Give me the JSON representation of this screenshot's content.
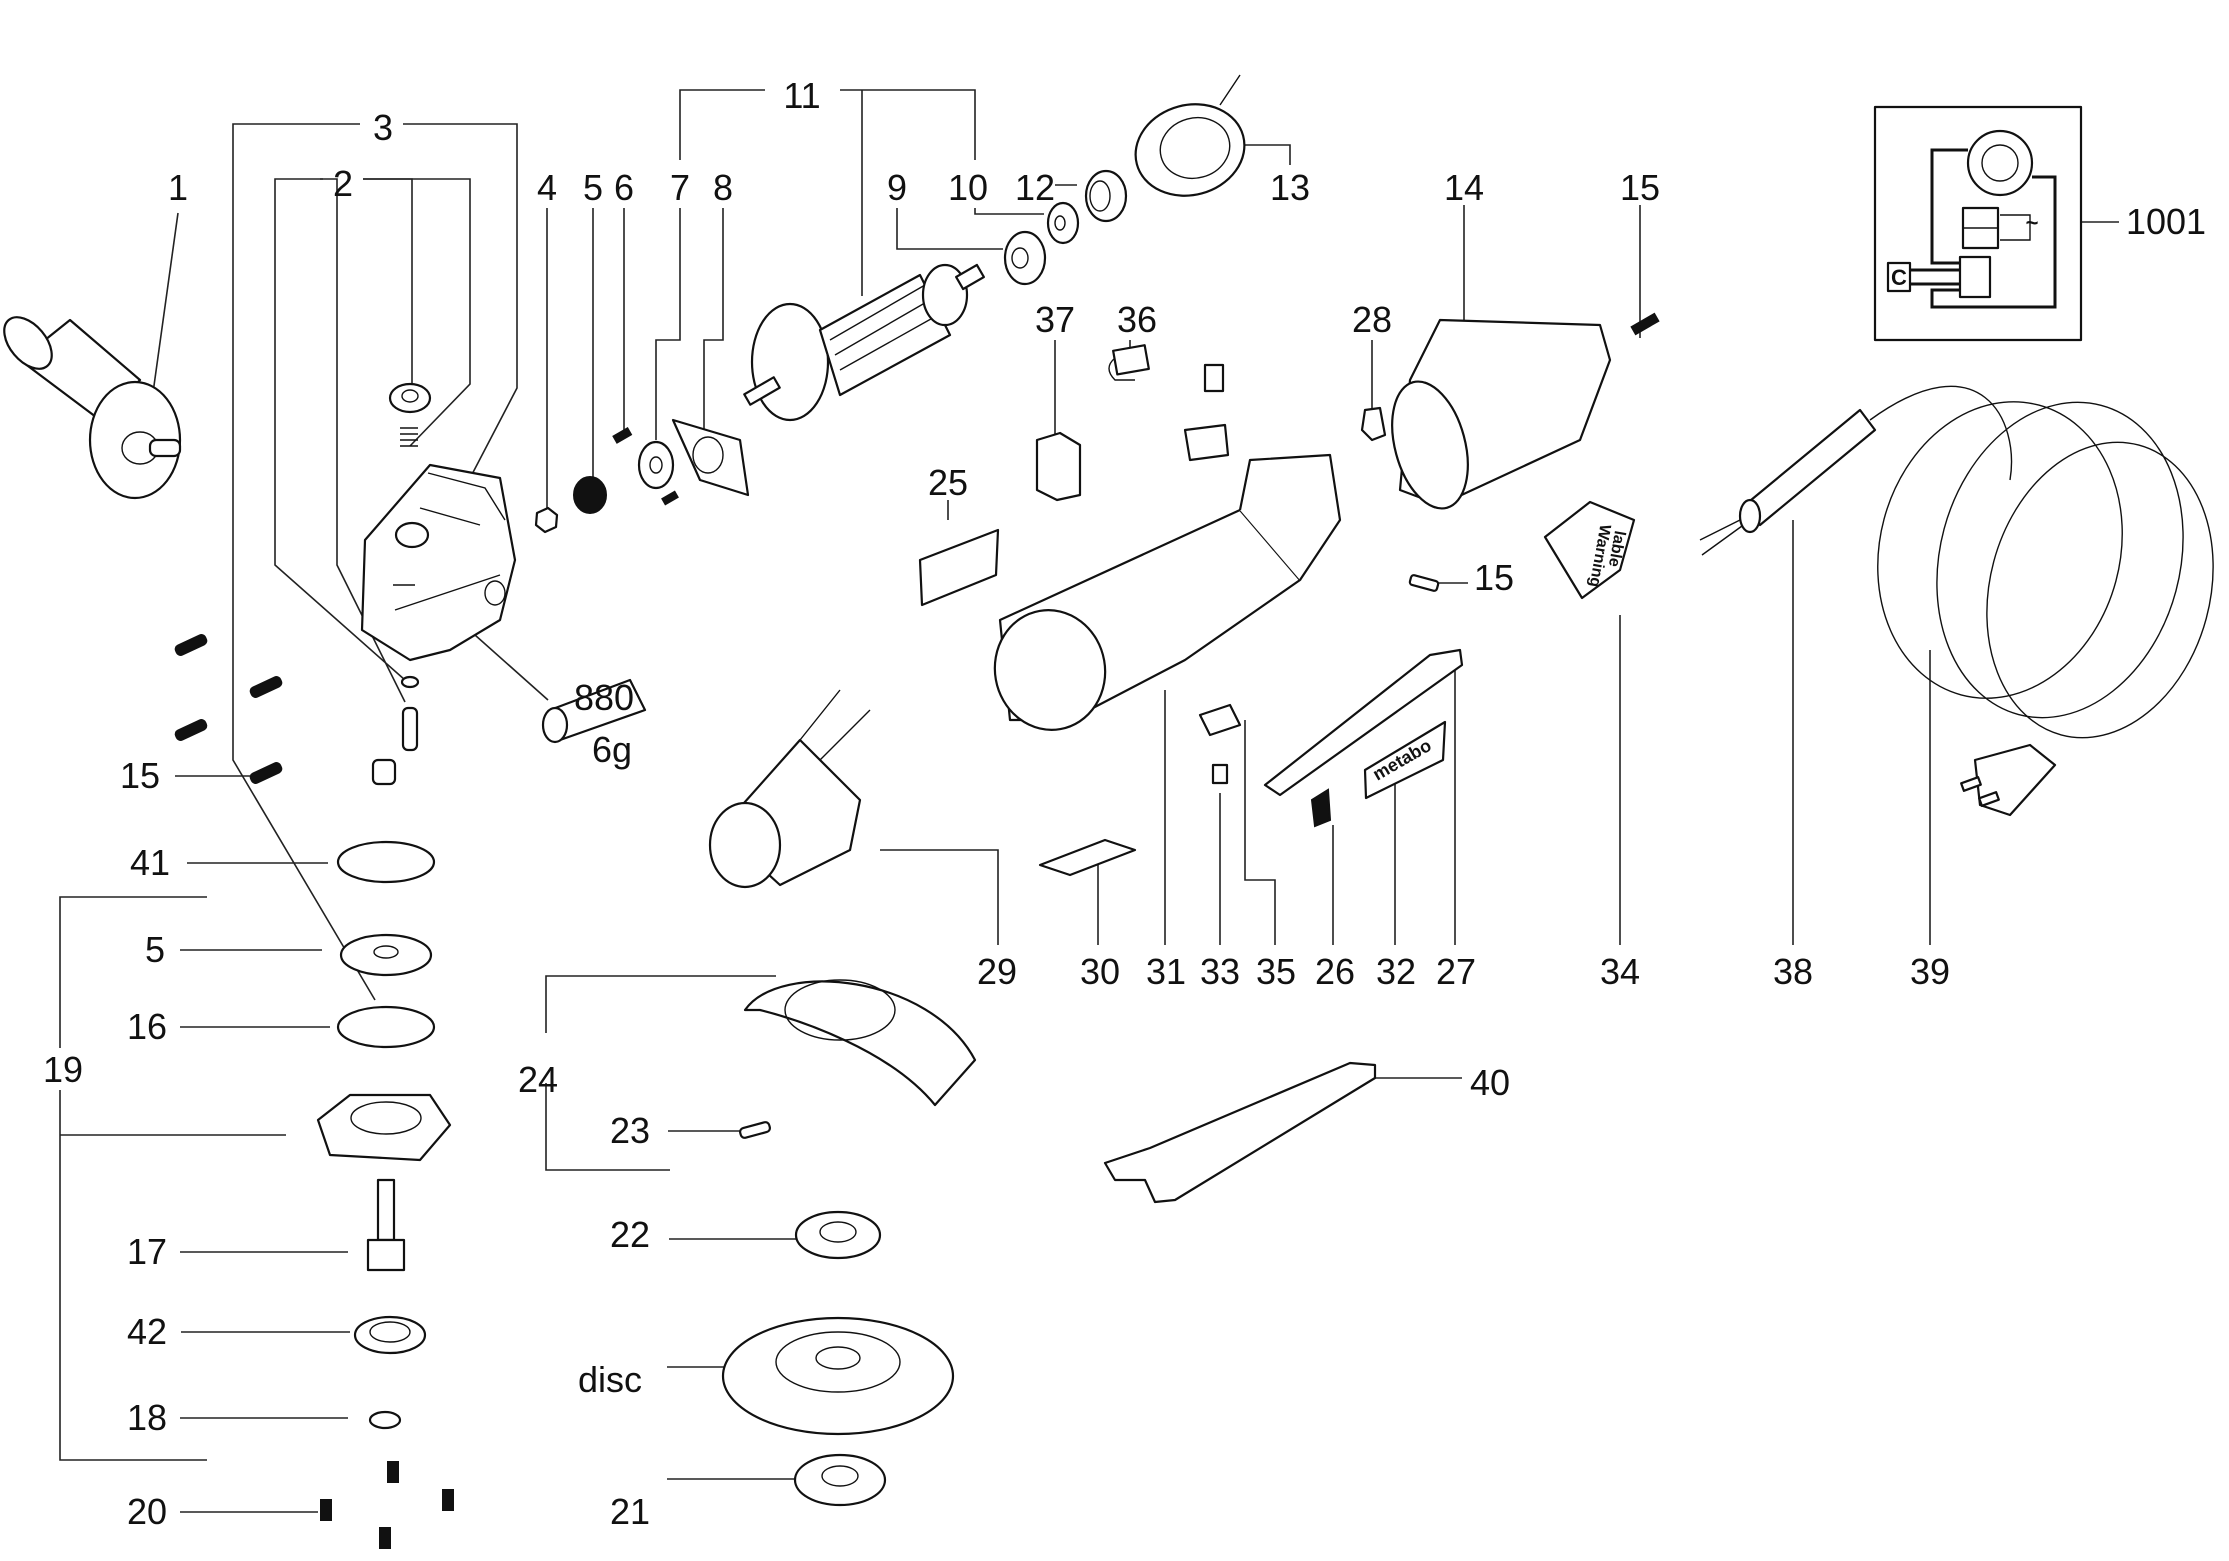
{
  "title": "Angle grinder exploded parts diagram",
  "callouts": {
    "p1": "1",
    "p2": "2",
    "p3": "3",
    "p4": "4",
    "p5_top": "5",
    "p6": "6",
    "p7": "7",
    "p8": "8",
    "p9": "9",
    "p10": "10",
    "p11": "11",
    "p12": "12",
    "p13": "13",
    "p14": "14",
    "p15_top": "15",
    "p15_mid": "15",
    "p15_left": "15",
    "p1001": "1001",
    "p36": "36",
    "p37": "37",
    "p28": "28",
    "p25": "25",
    "p41": "41",
    "p5_left": "5",
    "p16": "16",
    "p19": "19",
    "p17": "17",
    "p42": "42",
    "p18": "18",
    "p20": "20",
    "p24": "24",
    "p23": "23",
    "p22": "22",
    "disc": "disc",
    "p21": "21",
    "p40": "40",
    "p29": "29",
    "p30": "30",
    "p31": "31",
    "p33": "33",
    "p35": "35",
    "p26": "26",
    "p32": "32",
    "p27": "27",
    "p34": "34",
    "p38": "38",
    "p39": "39"
  },
  "grease_tube": {
    "code": "880",
    "amount": "6g"
  },
  "warning_label": {
    "line1": "Warning",
    "line2": "lable"
  },
  "brand_label": "metabo",
  "wiring_diagram": {
    "capacitor": "C",
    "ac_symbol": "~"
  }
}
